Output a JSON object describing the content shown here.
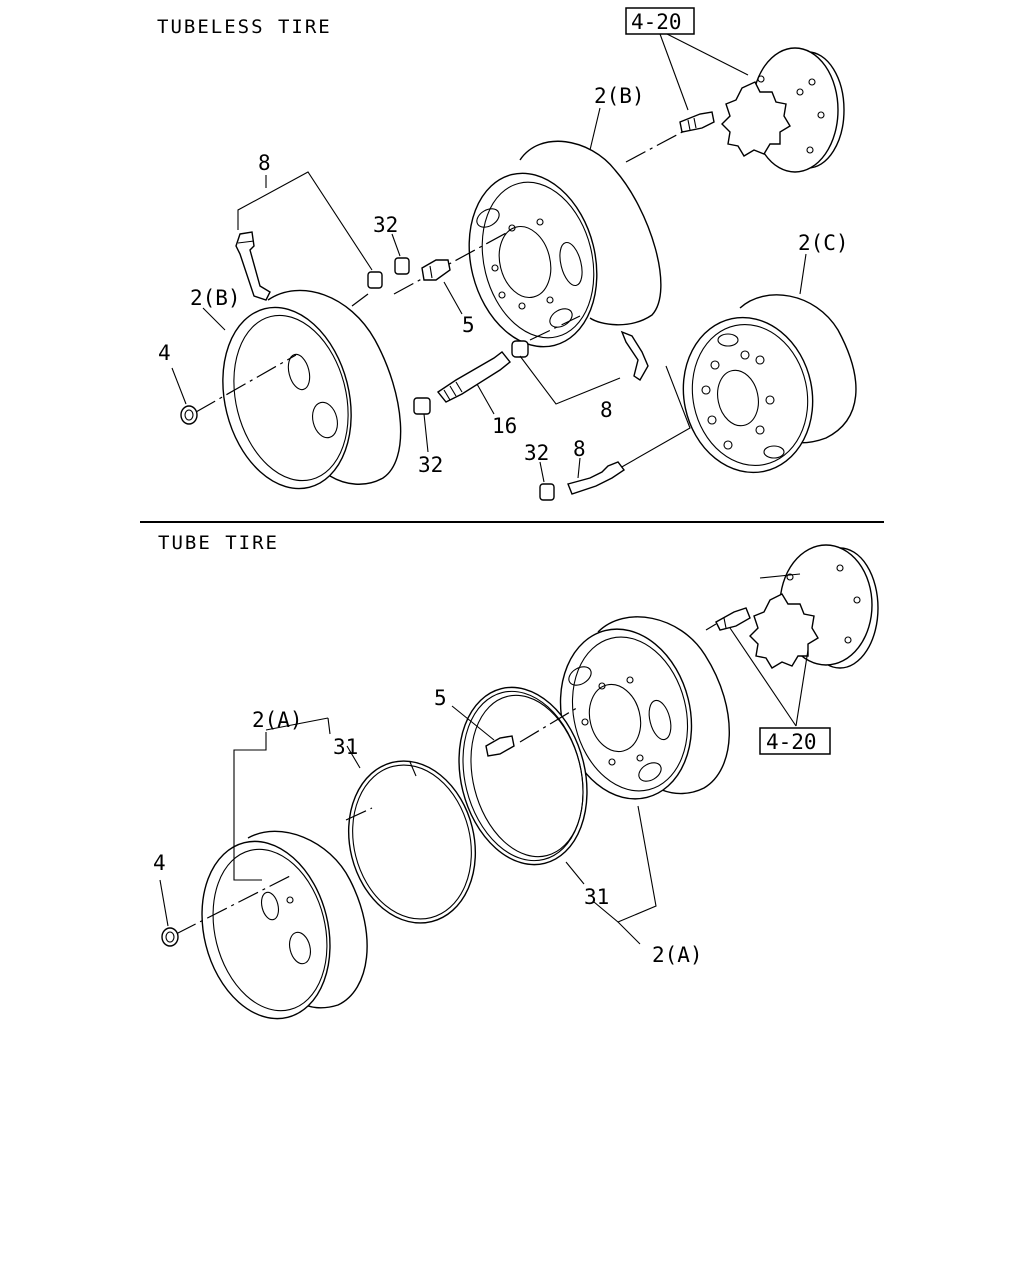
{
  "sections": {
    "tubeless": "TUBELESS TIRE",
    "tube": "TUBE TIRE"
  },
  "refs": {
    "tubeless": "4-20",
    "tube": "4-20"
  },
  "callouts": {
    "tl_8_top": "8",
    "tl_32_top": "32",
    "tl_2b_top": "2(B)",
    "tl_2b_left": "2(B)",
    "tl_2c": "2(C)",
    "tl_4": "4",
    "tl_5": "5",
    "tl_8_mid": "8",
    "tl_16": "16",
    "tl_32_bot": "32",
    "tl_32_right": "32",
    "tl_8_right": "8",
    "tt_2a_top": "2(A)",
    "tt_31_top": "31",
    "tt_5": "5",
    "tt_4": "4",
    "tt_31_bot": "31",
    "tt_2a_bot": "2(A)"
  }
}
